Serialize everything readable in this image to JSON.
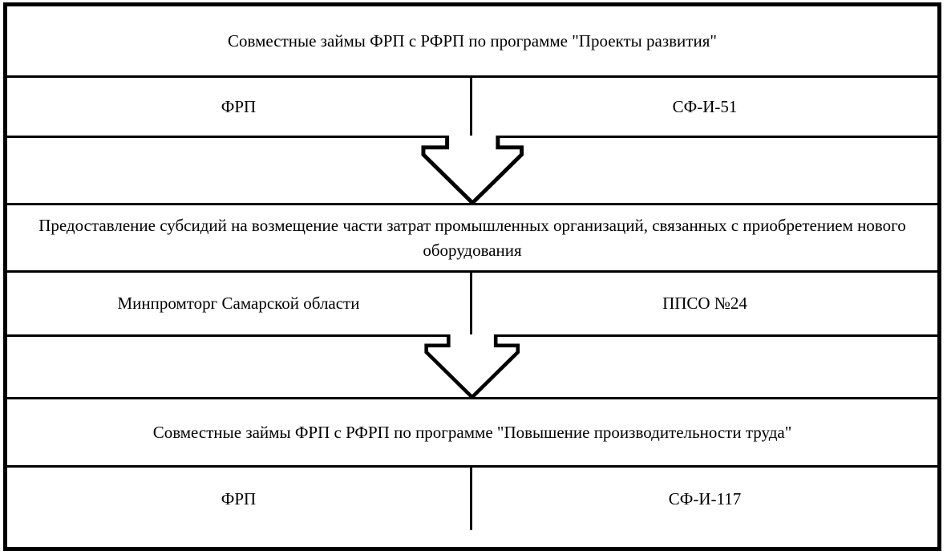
{
  "diagram": {
    "kind": "support-programs-flowchart",
    "background_color": "#ffffff",
    "line_color": "#000000",
    "connector_icon": "down-block-arrow-icon",
    "blocks": [
      {
        "title": "Совместные займы ФРП с РФРП по программе \"Проекты развития\"",
        "operator": "ФРП",
        "code": "СФ-И-51"
      },
      {
        "title": "Предоставление субсидий на возмещение части затрат промышленных организаций, связанных с приобретением нового оборудования",
        "operator": "Минпромторг Самарской области",
        "code": "ППСО №24"
      },
      {
        "title": "Совместные займы ФРП с РФРП по программе \"Повышение производительности труда\"",
        "operator": "ФРП",
        "code": "СФ-И-117"
      }
    ]
  }
}
